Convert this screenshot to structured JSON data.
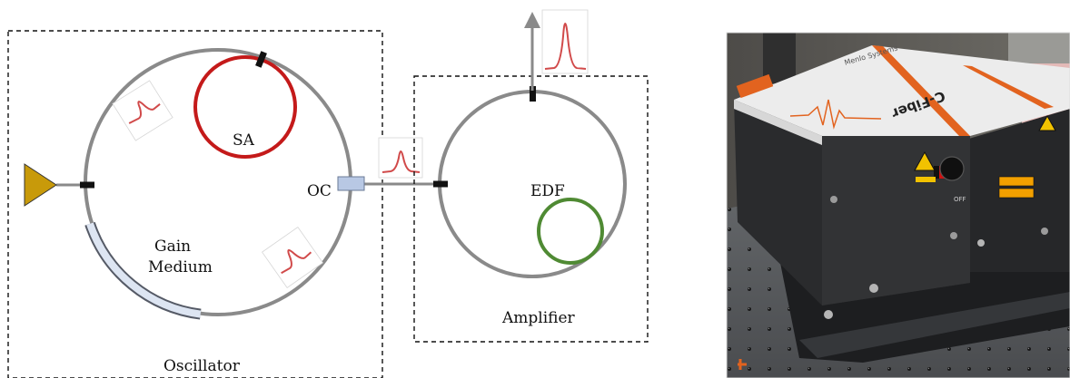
{
  "labels": {
    "sa": "SA",
    "oc": "OC",
    "gain_line1": "Gain",
    "gain_line2": "Medium",
    "oscillator": "Oscillator",
    "edf": "EDF",
    "amplifier": "Amplifier"
  },
  "photo": {
    "product_name": "C-Fiber",
    "brand": "Menlo Systems",
    "description": "photograph of the C-Fiber laser unit on an optical table",
    "switch_label": "OFF"
  },
  "colors": {
    "fiber": "#8a8a8a",
    "saturable_absorber": "#c41a1a",
    "gain_medium_fill": "#dde5f2",
    "gain_medium_edge": "#555a66",
    "output_coupler": "#b8c8e4",
    "edf": "#4f8a33",
    "pump": "#c89a0a",
    "pulse": "#d14a4a",
    "housing_top": "#ececec",
    "housing_side": "#2a2b2d",
    "stripe": "#e2631f"
  }
}
